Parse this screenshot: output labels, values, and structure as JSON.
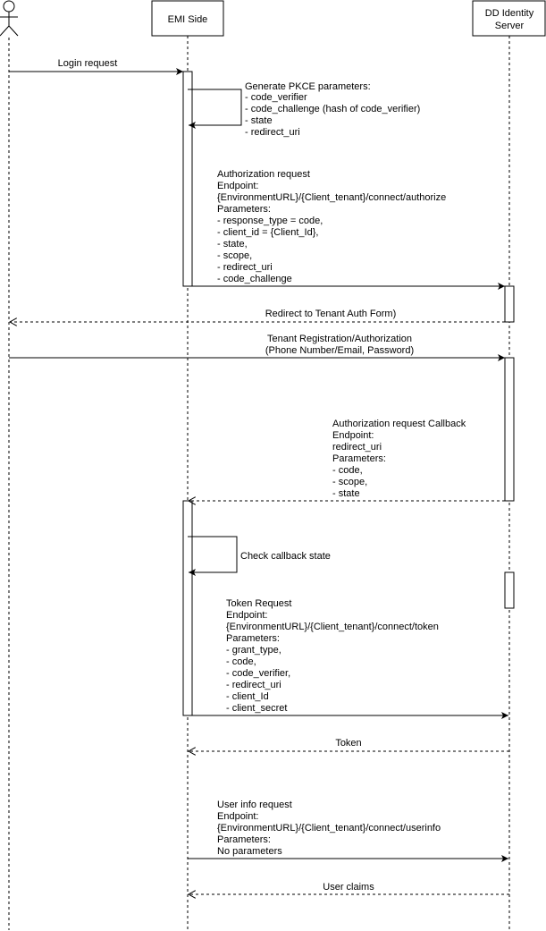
{
  "participants": {
    "user": {
      "label": ""
    },
    "emi": {
      "label": "EMI Side"
    },
    "dd": {
      "line1": "DD Identity",
      "line2": "Server"
    }
  },
  "messages": {
    "login": "Login request",
    "pkce": [
      "Generate PKCE parameters:",
      "- code_verifier",
      "- code_challenge (hash of code_verifier)",
      "- state",
      "- redirect_uri"
    ],
    "authz": [
      "Authorization request",
      "Endpoint:",
      "{EnvironmentURL}/{Client_tenant}/connect/authorize",
      "Parameters:",
      "- response_type = code,",
      "- client_id = {Client_Id},",
      "- state,",
      "- scope,",
      "- redirect_uri",
      "- code_challenge"
    ],
    "redirect": "Redirect to Tenant Auth Form)",
    "tenant": [
      "Tenant Registration/Authorization",
      "(Phone Number/Email, Password)"
    ],
    "callback": [
      "Authorization request Callback",
      "Endpoint:",
      "redirect_uri",
      "Parameters:",
      "- code,",
      "- scope,",
      "- state"
    ],
    "check": "Check callback state",
    "token_req": [
      "Token Request",
      "Endpoint:",
      "{EnvironmentURL}/{Client_tenant}/connect/token",
      "Parameters:",
      "- grant_type,",
      "- code,",
      "- code_verifier,",
      "- redirect_uri",
      "- client_Id",
      "- client_secret"
    ],
    "token": "Token",
    "userinfo": [
      "User info request",
      "Endpoint:",
      "{EnvironmentURL}/{Client_tenant}/connect/userinfo",
      "Parameters:",
      "No parameters"
    ],
    "claims": "User claims"
  }
}
